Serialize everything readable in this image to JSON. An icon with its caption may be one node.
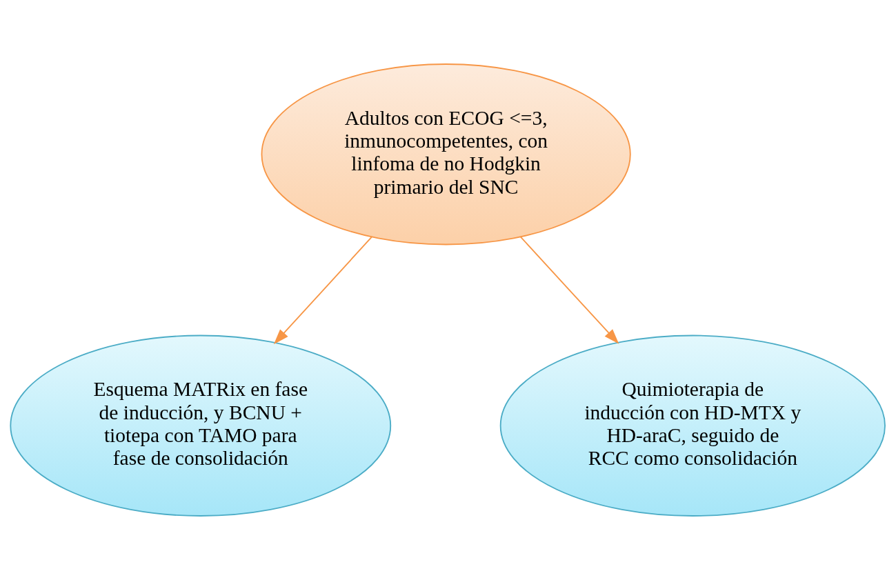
{
  "diagram": {
    "nodes": [
      {
        "text": [
          "Adultos con ECOG <=3, inmunocompetentes, con linfoma de no Hodgkin primario del SNC"
        ]
      },
      {
        "text": [
          "Esquema MATRix en fase de inducción, y BCNU + tiotepa con TAMO para fase de consolidación"
        ]
      },
      {
        "text": [
          "Quimioterapia de inducción con HD-MTX y HD-araC, seguido de RCC como consolidación"
        ]
      }
    ],
    "edges": [
      {
        "from": 0,
        "to": 1,
        "arrow": "to"
      },
      {
        "from": 0,
        "to": 2,
        "arrow": "to"
      }
    ]
  }
}
